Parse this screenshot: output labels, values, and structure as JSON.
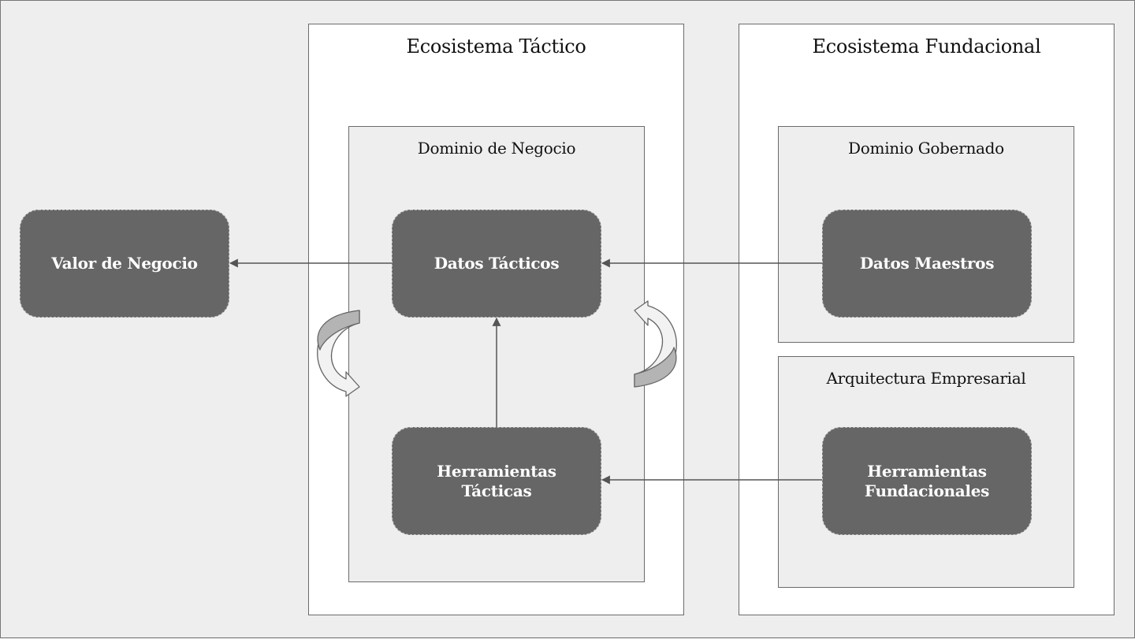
{
  "containers": {
    "tactical_ecosystem": "Ecosistema Táctico",
    "foundational_ecosystem": "Ecosistema Fundacional",
    "business_domain": "Dominio de Negocio",
    "governed_domain": "Dominio Gobernado",
    "enterprise_architecture": "Arquitectura Empresarial"
  },
  "nodes": {
    "business_value": "Valor de Negocio",
    "tactical_data": "Datos Tácticos",
    "tactical_tools": "Herramientas\nTácticas",
    "master_data": "Datos Maestros",
    "foundational_tools": "Herramientas\nFundacionales"
  },
  "edges": [
    {
      "from": "tactical_data",
      "to": "business_value"
    },
    {
      "from": "master_data",
      "to": "tactical_data"
    },
    {
      "from": "tactical_tools",
      "to": "tactical_data"
    },
    {
      "from": "foundational_tools",
      "to": "tactical_tools"
    }
  ],
  "colors": {
    "node_fill": "#666666",
    "node_text": "#ffffff",
    "node_border": "#b9b9b9",
    "container_border": "#6b6b6b",
    "edge": "#555555",
    "background": "#eeeeee"
  }
}
